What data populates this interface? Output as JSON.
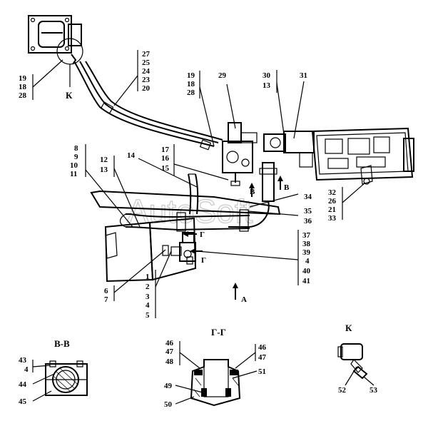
{
  "watermark": "AutoSoft",
  "callouts": {
    "c_19_18_28_left": [
      "19",
      "18",
      "28"
    ],
    "k_marker": "К",
    "c_27_20": [
      "27",
      "25",
      "24",
      "23",
      "20"
    ],
    "c_19_18_28_mid": [
      "19",
      "18",
      "28"
    ],
    "c_29": "29",
    "c_30_13": [
      "30",
      "13"
    ],
    "c_31": "31",
    "c_8_11": [
      "8",
      "9",
      "10",
      "11"
    ],
    "c_12_13": [
      "12",
      "13"
    ],
    "c_14": "14",
    "c_17_15": [
      "17",
      "16",
      "15"
    ],
    "c_34": "34",
    "c_35_36": [
      "35",
      "36"
    ],
    "c_32_33": [
      "32",
      "26",
      "21",
      "33"
    ],
    "c_37_41": [
      "37",
      "38",
      "39",
      "4",
      "40",
      "41"
    ],
    "c_1_5": [
      "1",
      "2",
      "3",
      "4",
      "5"
    ],
    "c_6_7": [
      "6",
      "7"
    ],
    "arrow_A": "А",
    "arrow_B1": "В",
    "arrow_B2": "В",
    "arrow_G1": "Г",
    "arrow_G2": "Г"
  },
  "sections": {
    "bb": {
      "title": "В-В",
      "labels": [
        "43",
        "4",
        "44",
        "45"
      ]
    },
    "gg": {
      "title": "Г-Г",
      "labels_left": [
        "46",
        "47",
        "48"
      ],
      "labels_right": [
        "46",
        "47"
      ],
      "label_51": "51",
      "label_49": "49",
      "label_50": "50"
    },
    "k": {
      "title": "К",
      "labels": [
        "52",
        "53"
      ]
    }
  }
}
